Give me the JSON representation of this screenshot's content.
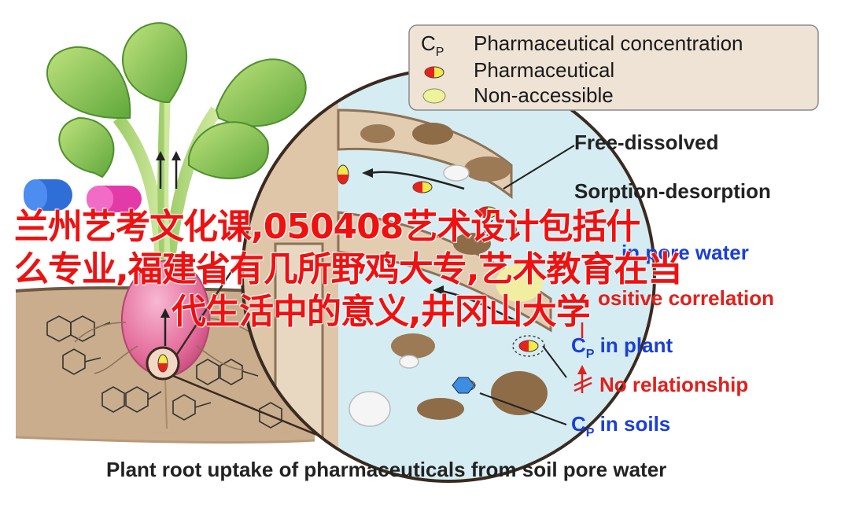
{
  "legend": {
    "symbol_main": "C",
    "symbol_sub": "P",
    "items": [
      {
        "text": "Pharmaceutical concentration"
      },
      {
        "text": "Pharmaceutical"
      },
      {
        "text": "Non-accessible"
      }
    ]
  },
  "labels": {
    "free_dissolved": "Free-dissolved",
    "sorption_desorption": "Sorption-desorption",
    "pore_water_tail": "in pore water",
    "positive_correlation_tail": "ositive correlation",
    "cp_plant_main": "C",
    "cp_plant_sub": "P",
    "cp_plant_tail": " in plant",
    "no_relationship": "No relationship",
    "cp_soils_main": "C",
    "cp_soils_sub": "P",
    "cp_soils_tail": " in soils"
  },
  "caption": "Plant root uptake of pharmaceuticals from soil pore water",
  "overlay": {
    "line1": "兰州艺考文化课,050408艺术设计包括什",
    "line2": "么专业,福建省有几所野鸡大专,艺术教育在当",
    "line3": "代生活中的意义,井冈山大学"
  },
  "colors": {
    "overlay_red": "#ee1111",
    "label_blue": "#1a3fd6",
    "label_red": "#e0201c",
    "legend_bg": "#efe3d6",
    "water_blue": "#cfe8ee",
    "soil_tan": "#d9c2a6"
  }
}
